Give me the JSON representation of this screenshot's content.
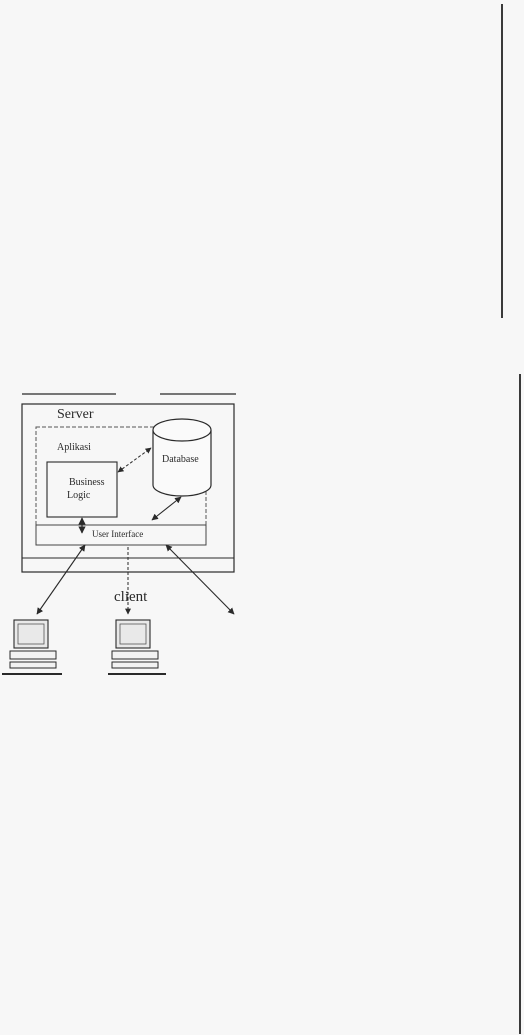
{
  "diagram": {
    "server_label": "Server",
    "application_label": "Aplikasi",
    "database_label": "Database",
    "business_logic_lines": [
      "Business",
      "Logic"
    ],
    "user_interface_label": "User Interface",
    "client_label": "client",
    "colors": {
      "ink": "#2a2a2a",
      "paper": "#f7f7f7",
      "screen": "#e9e9e9"
    }
  }
}
